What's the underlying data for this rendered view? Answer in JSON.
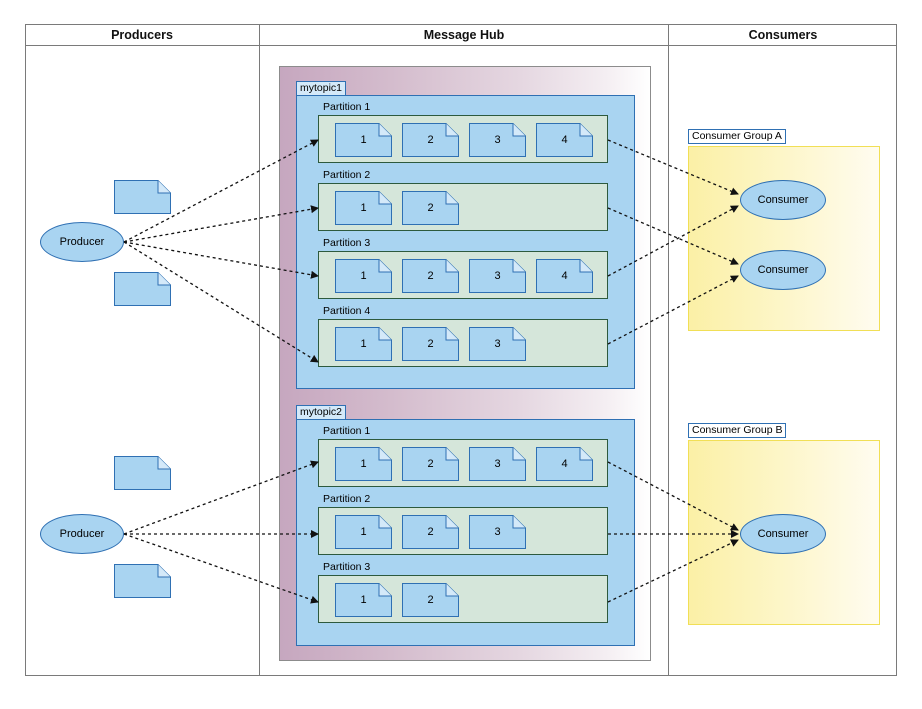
{
  "columns": {
    "producers": "Producers",
    "message_hub": "Message Hub",
    "consumers": "Consumers"
  },
  "topics": [
    {
      "name": "mytopic1",
      "partitions": [
        {
          "label": "Partition 1",
          "messages": [
            "1",
            "2",
            "3",
            "4"
          ]
        },
        {
          "label": "Partition 2",
          "messages": [
            "1",
            "2"
          ]
        },
        {
          "label": "Partition 3",
          "messages": [
            "1",
            "2",
            "3",
            "4"
          ]
        },
        {
          "label": "Partition 4",
          "messages": [
            "1",
            "2",
            "3"
          ]
        }
      ]
    },
    {
      "name": "mytopic2",
      "partitions": [
        {
          "label": "Partition 1",
          "messages": [
            "1",
            "2",
            "3",
            "4"
          ]
        },
        {
          "label": "Partition 2",
          "messages": [
            "1",
            "2",
            "3"
          ]
        },
        {
          "label": "Partition 3",
          "messages": [
            "1",
            "2"
          ]
        }
      ]
    }
  ],
  "producers": [
    "Producer",
    "Producer"
  ],
  "consumer_groups": [
    {
      "name": "Consumer Group A",
      "consumers": [
        "Consumer",
        "Consumer"
      ]
    },
    {
      "name": "Consumer Group B",
      "consumers": [
        "Consumer"
      ]
    }
  ],
  "colors": {
    "topic_fill": "#a9d4f1",
    "partition_fill": "#d5e6da",
    "group_fill": "#fbf0a6",
    "hub_fill": "#c6a7bf"
  }
}
